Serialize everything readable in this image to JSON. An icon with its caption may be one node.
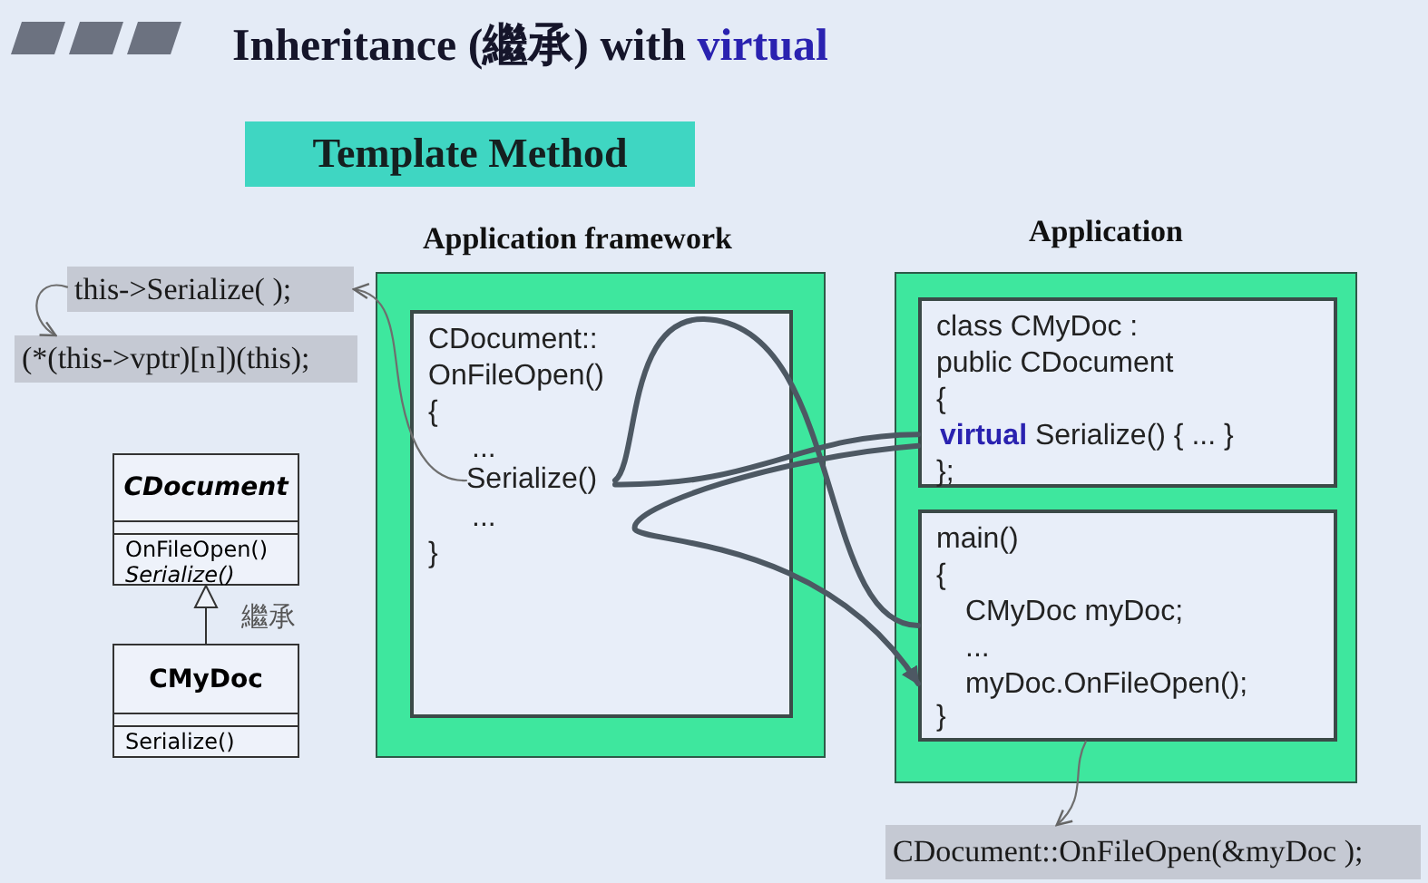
{
  "diagram": {
    "title": "Inheritance (繼承) with **virtual**",
    "nodes": [
      {
        "text": [
          "Template Method"
        ]
      },
      {
        "text": [
          "this->Serialize( );"
        ]
      },
      {
        "text": [
          "(*(this->vptr)[n])(this);"
        ]
      },
      {
        "text": [
          "CDocument",
          "OnFileOpen()",
          "Serialize()"
        ]
      },
      {
        "text": [
          "CMyDoc",
          "Serialize()"
        ]
      },
      {
        "text": [
          "Application framework"
        ]
      },
      {
        "text": [
          "CDocument:: OnFileOpen()",
          "{",
          "...",
          "...",
          "}"
        ],
        "in": 5
      },
      {
        "text": [
          "Serialize()"
        ],
        "in": 6
      },
      {
        "text": [
          "Application"
        ]
      },
      {
        "text": [
          "class CMyDoc : public CDocument",
          "{",
          "**virtual** Serialize() { ... }",
          "};"
        ],
        "in": 8
      },
      {
        "text": [
          "main()",
          "{",
          "CMyDoc myDoc;",
          "...",
          "myDoc.OnFileOpen();",
          "}"
        ],
        "in": 8
      },
      {
        "text": [
          "CDocument::OnFileOpen(&myDoc );"
        ]
      }
    ],
    "edges": [
      {
        "from": 10,
        "to": 7,
        "arrow": "none",
        "style": "thick"
      },
      {
        "from": 7,
        "to": 9,
        "arrow": "none",
        "style": "thick"
      },
      {
        "from": 9,
        "to": 10,
        "arrow": "to",
        "style": "thick"
      },
      {
        "from": 7,
        "to": 1,
        "arrow": "to"
      },
      {
        "from": 1,
        "to": 2,
        "arrow": "to"
      },
      {
        "from": 10,
        "to": 11,
        "arrow": "to"
      },
      {
        "from": 4,
        "to": 3,
        "arrow": "to",
        "label": "繼承"
      }
    ]
  }
}
